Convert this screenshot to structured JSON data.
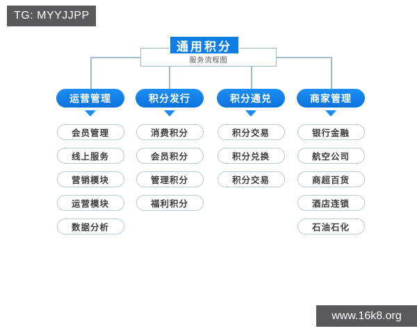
{
  "watermarks": {
    "top_left": "TG: MYYJJPP",
    "bottom_right": "www.16k8.org"
  },
  "root": {
    "title": "通用积分",
    "subtitle": "服务流程图"
  },
  "columns": [
    {
      "header": "运营管理",
      "items": [
        "会员管理",
        "线上服务",
        "营销模块",
        "运营模块",
        "数据分析"
      ]
    },
    {
      "header": "积分发行",
      "items": [
        "消费积分",
        "会员积分",
        "管理积分",
        "福利积分"
      ]
    },
    {
      "header": "积分通兑",
      "items": [
        "积分交易",
        "积分兑换",
        "积分交易"
      ]
    },
    {
      "header": "商家管理",
      "items": [
        "银行金融",
        "航空公司",
        "商超百货",
        "酒店连锁",
        "石油石化"
      ]
    }
  ],
  "colors": {
    "accent_blue": "#0d7ee6",
    "header_gradient_top": "#1e8ff2",
    "header_gradient_bottom": "#0a72dd",
    "connector_line": "#a2bac9",
    "item_border": "#b7cbd3",
    "item_text": "#3d3d3d",
    "banner_gray": "#59595b",
    "background": "#ffffff"
  }
}
